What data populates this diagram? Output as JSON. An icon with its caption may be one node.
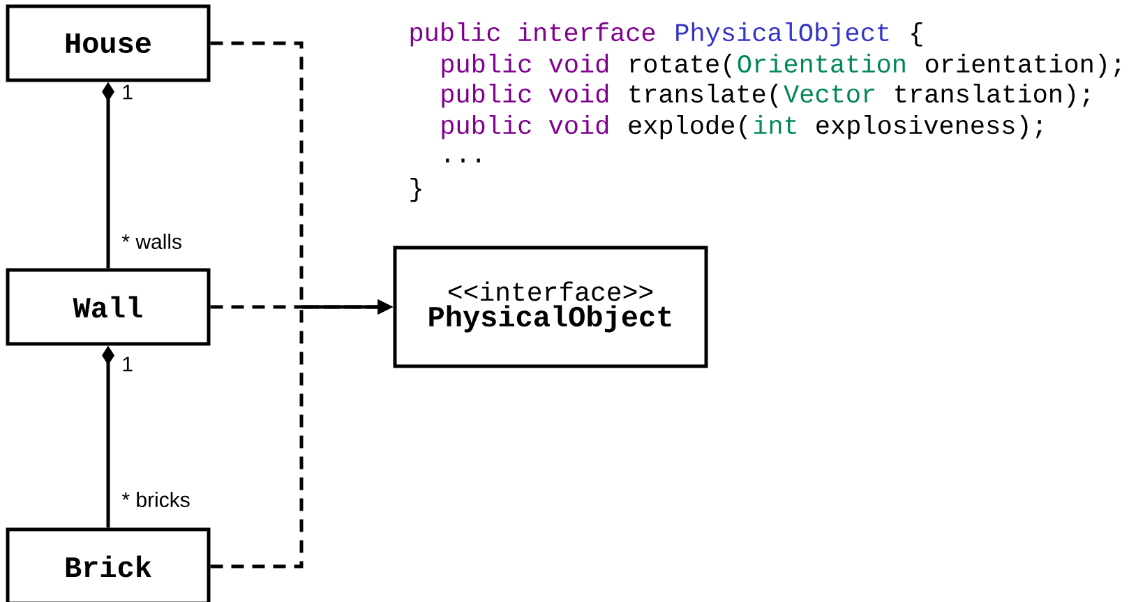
{
  "diagram": {
    "nodes": [
      {
        "text": [
          "House"
        ]
      },
      {
        "text": [
          "Wall"
        ]
      },
      {
        "text": [
          "Brick"
        ]
      },
      {
        "text": [
          "<<interface>>",
          "PhysicalObject"
        ]
      }
    ],
    "edges": [
      {
        "from": 0,
        "to": 1,
        "arrow": "other"
      },
      {
        "from": 1,
        "to": 2,
        "arrow": "other"
      },
      {
        "from": 0,
        "to": 3,
        "arrow": "to",
        "style": "dashed"
      },
      {
        "from": 1,
        "to": 3,
        "arrow": "to",
        "style": "dashed"
      },
      {
        "from": 2,
        "to": 3,
        "arrow": "to",
        "style": "dashed"
      }
    ],
    "labels": [
      "1",
      "* walls",
      "1",
      "* bricks",
      "public interface",
      "PhysicalObject",
      "{",
      "public void",
      "rotate(",
      "Orientation",
      "orientation);",
      "public void",
      "translate(",
      "Vector",
      "translation);",
      "public void",
      "explode(",
      "int",
      "explosiveness);",
      "...",
      "}"
    ]
  }
}
